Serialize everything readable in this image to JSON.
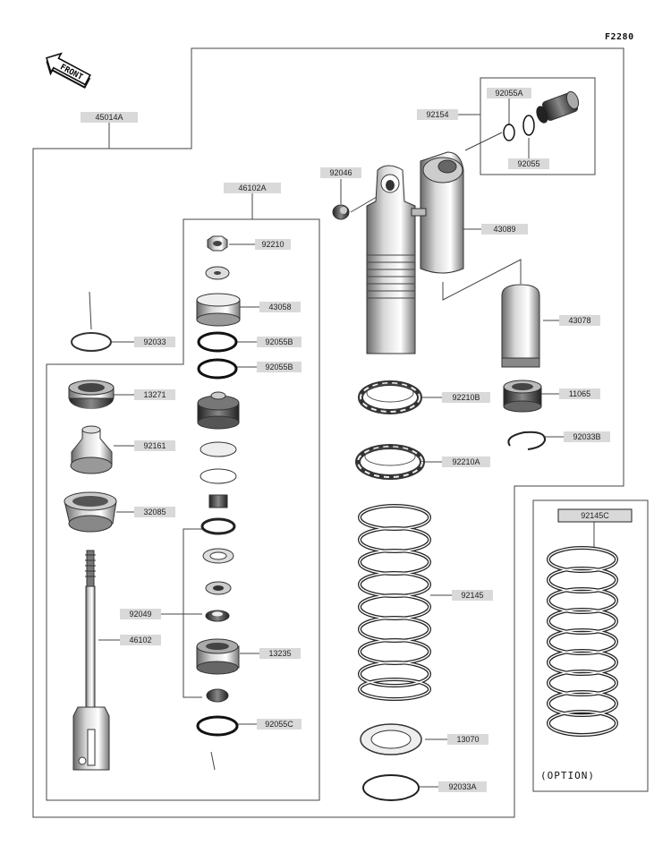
{
  "figure_code": "F2280",
  "front_label": "FRONT",
  "option_label": "(OPTION)",
  "parts": {
    "p45014A": "45014A",
    "p46102A": "46102A",
    "p92210": "92210",
    "p43058": "43058",
    "p92055B_1": "92055B",
    "p92055B_2": "92055B",
    "p92033": "92033",
    "p13271": "13271",
    "p92161": "92161",
    "p32085": "32085",
    "p92049": "92049",
    "p46102": "46102",
    "p13235": "13235",
    "p92055C": "92055C",
    "p92046": "92046",
    "p92154": "92154",
    "p92055A": "92055A",
    "p92055": "92055",
    "p43089": "43089",
    "p43078": "43078",
    "p92210B": "92210B",
    "p11065": "11065",
    "p92033B": "92033B",
    "p92210A": "92210A",
    "p92145": "92145",
    "p13070": "13070",
    "p92033A": "92033A",
    "p92145C": "92145C"
  }
}
